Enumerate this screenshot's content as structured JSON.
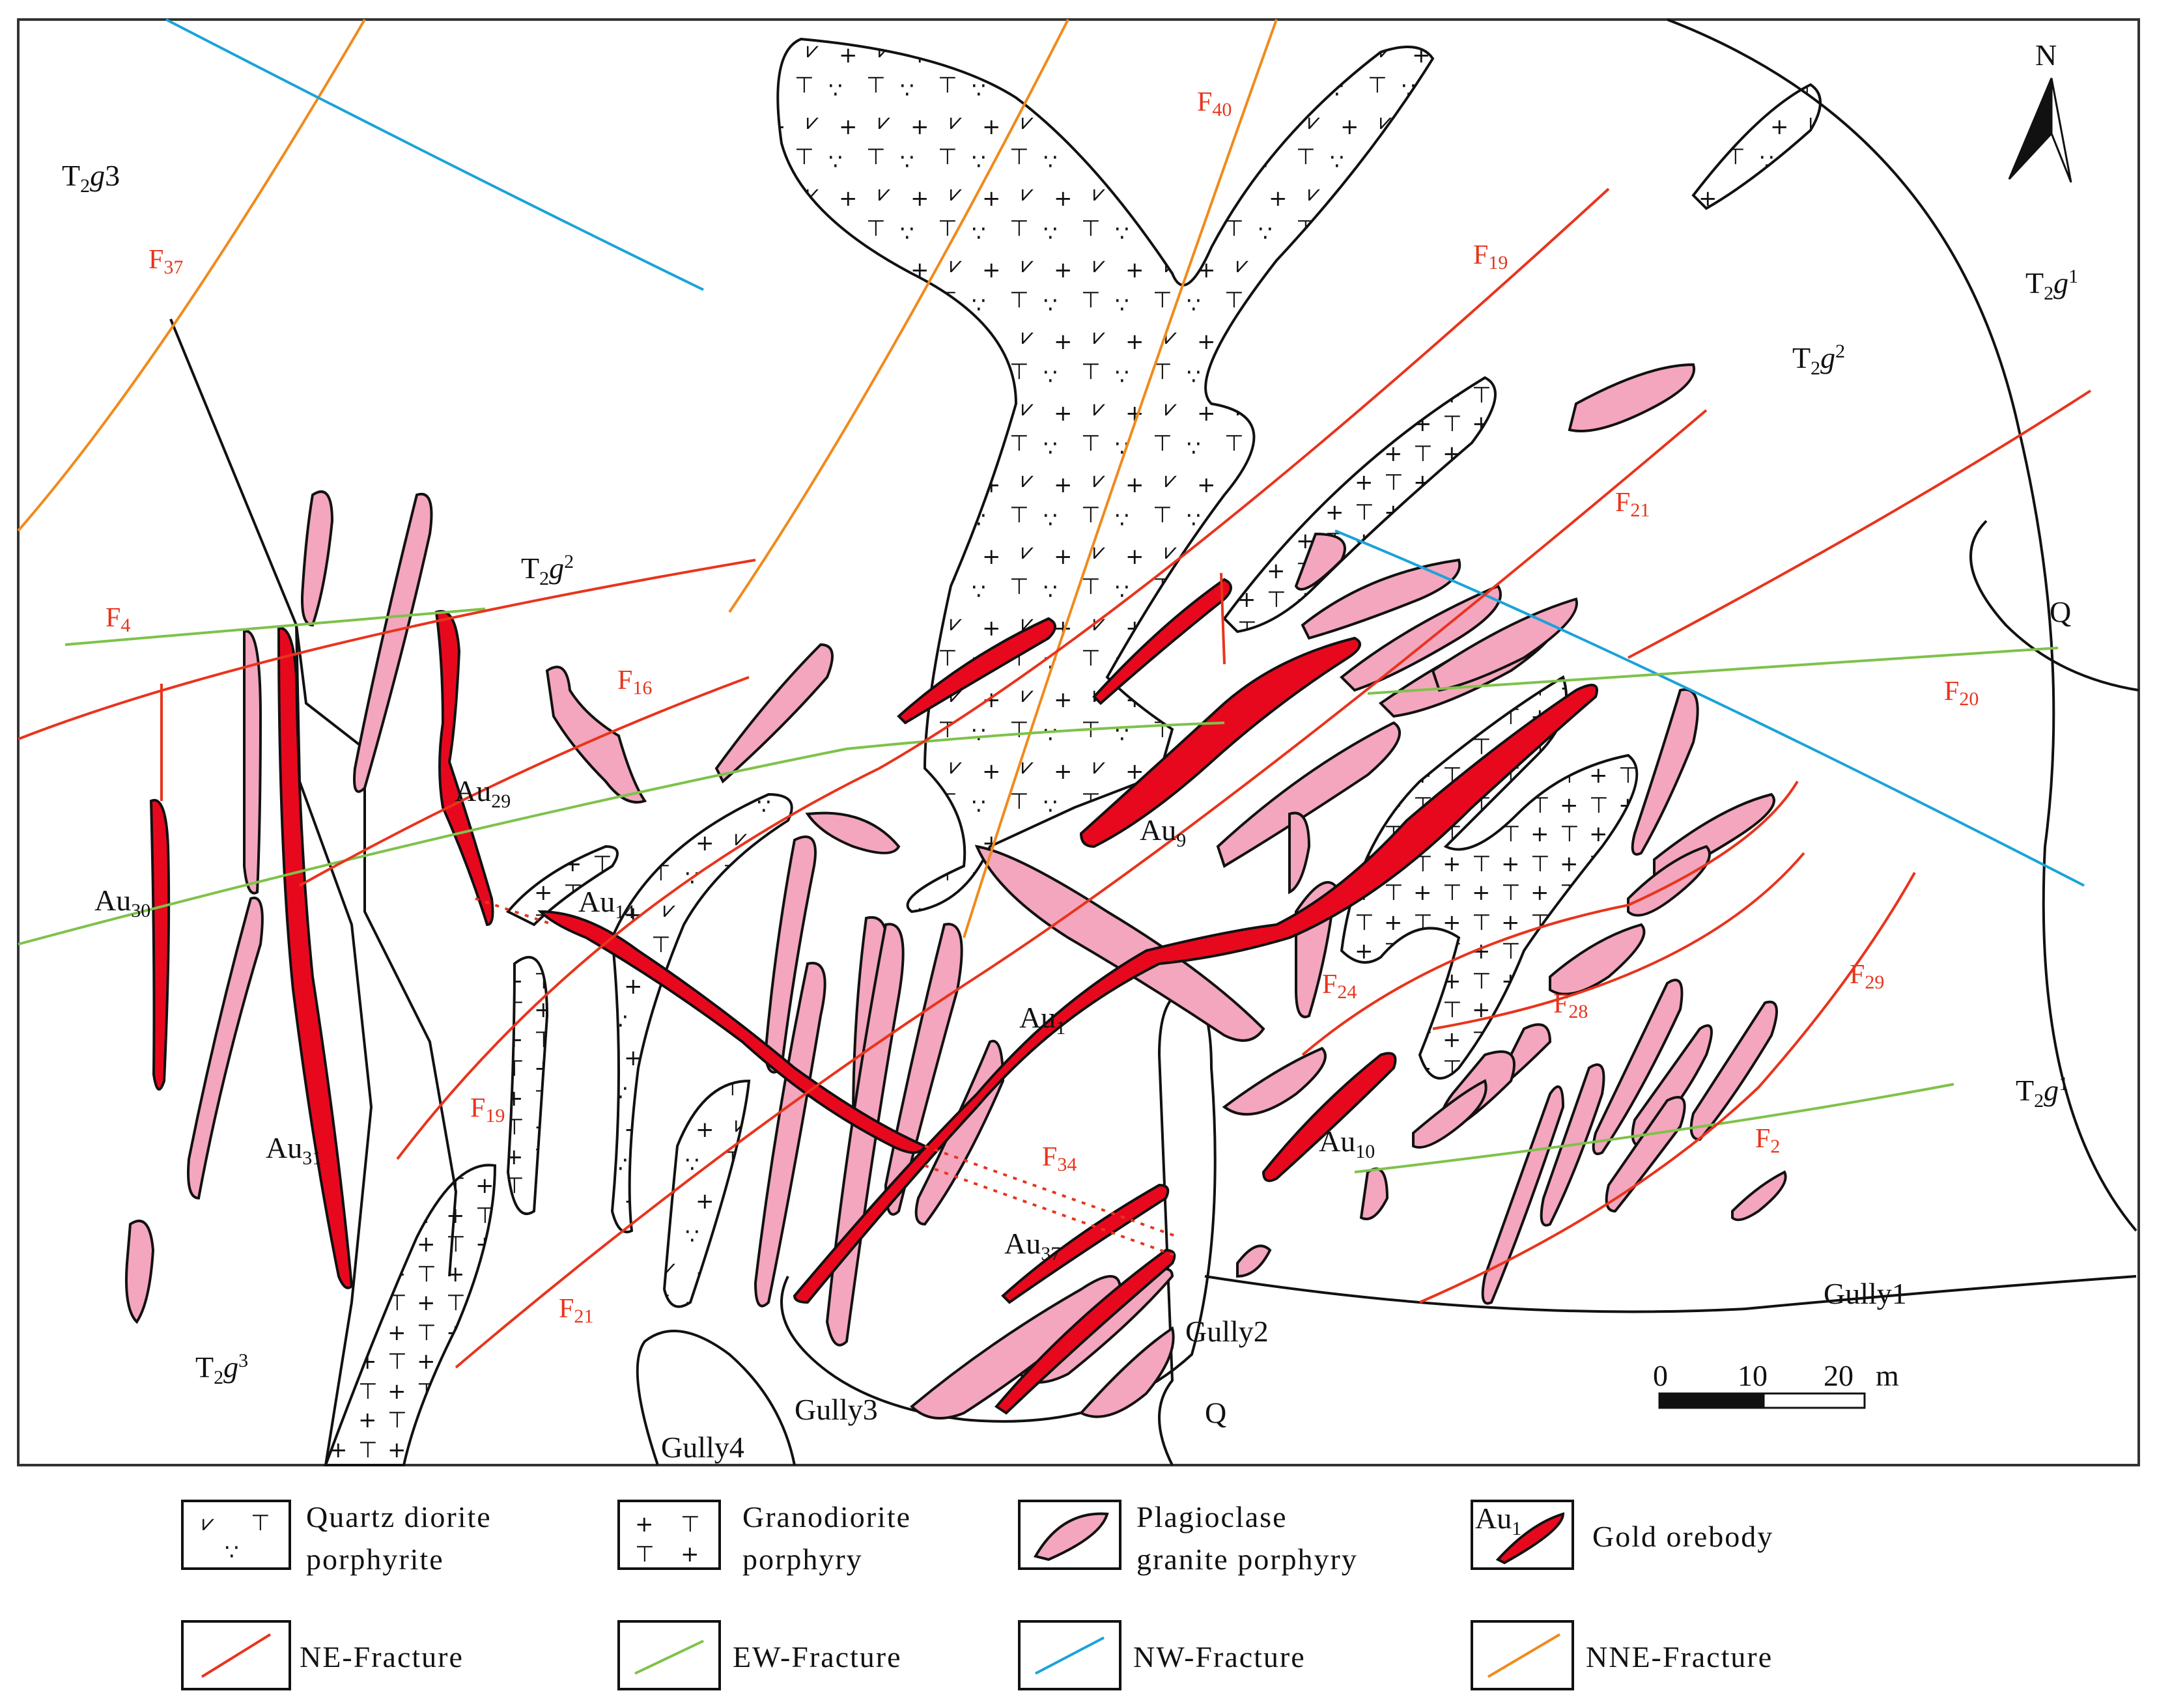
{
  "colors": {
    "ne_fracture": "#e8341c",
    "ew_fracture": "#7ec24a",
    "nw_fracture": "#1aa3d9",
    "nne_fracture": "#f08a1c",
    "plagioclase": "#f3a6bd",
    "gold": "#e8081e",
    "outline": "#111111"
  },
  "north": {
    "label": "N",
    "icon": "north-arrow-icon"
  },
  "strata": {
    "t2g3": {
      "main": "T",
      "sub": "2",
      "italic": "g",
      "suffix": "3"
    },
    "t2g2": {
      "main": "T",
      "sub": "2",
      "italic": "g",
      "sup": "2"
    },
    "t2g1": {
      "main": "T",
      "sub": "2",
      "italic": "g",
      "sup": "1"
    },
    "t2g3_alt": {
      "main": "T",
      "sub": "2",
      "italic": "g",
      "sup": "3"
    }
  },
  "quaternary": "Q",
  "faults": {
    "f2": {
      "main": "F",
      "sub": "2"
    },
    "f4": {
      "main": "F",
      "sub": "4"
    },
    "f16": {
      "main": "F",
      "sub": "16"
    },
    "f19": {
      "main": "F",
      "sub": "19"
    },
    "f20": {
      "main": "F",
      "sub": "20"
    },
    "f21": {
      "main": "F",
      "sub": "21"
    },
    "f24": {
      "main": "F",
      "sub": "24"
    },
    "f28": {
      "main": "F",
      "sub": "28"
    },
    "f29": {
      "main": "F",
      "sub": "29"
    },
    "f34": {
      "main": "F",
      "sub": "34"
    },
    "f37": {
      "main": "F",
      "sub": "37"
    },
    "f40": {
      "main": "F",
      "sub": "40"
    }
  },
  "orebodies": {
    "au1": {
      "main": "Au",
      "sub": "1"
    },
    "au9": {
      "main": "Au",
      "sub": "9"
    },
    "au10": {
      "main": "Au",
      "sub": "10"
    },
    "au14": {
      "main": "Au",
      "sub": "14"
    },
    "au29": {
      "main": "Au",
      "sub": "29"
    },
    "au30": {
      "main": "Au",
      "sub": "30"
    },
    "au31": {
      "main": "Au",
      "sub": "31"
    },
    "au37": {
      "main": "Au",
      "sub": "37"
    }
  },
  "gullies": {
    "g1": "Gully1",
    "g2": "Gully2",
    "g3": "Gully3",
    "g4": "Gully4"
  },
  "scale": {
    "ticks": [
      "0",
      "10",
      "20"
    ],
    "unit": "m"
  },
  "legend": {
    "quartz_diorite": {
      "line1": "Quartz diorite",
      "line2": "porphyrite"
    },
    "granodiorite": {
      "line1": "Granodiorite",
      "line2": "porphyry"
    },
    "plagioclase": {
      "line1": "Plagioclase",
      "line2": "granite porphyry"
    },
    "gold": {
      "symbol_main": "Au",
      "symbol_sub": "1",
      "label": "Gold orebody"
    },
    "ne": "NE-Fracture",
    "ew": "EW-Fracture",
    "nw": "NW-Fracture",
    "nne": "NNE-Fracture"
  }
}
